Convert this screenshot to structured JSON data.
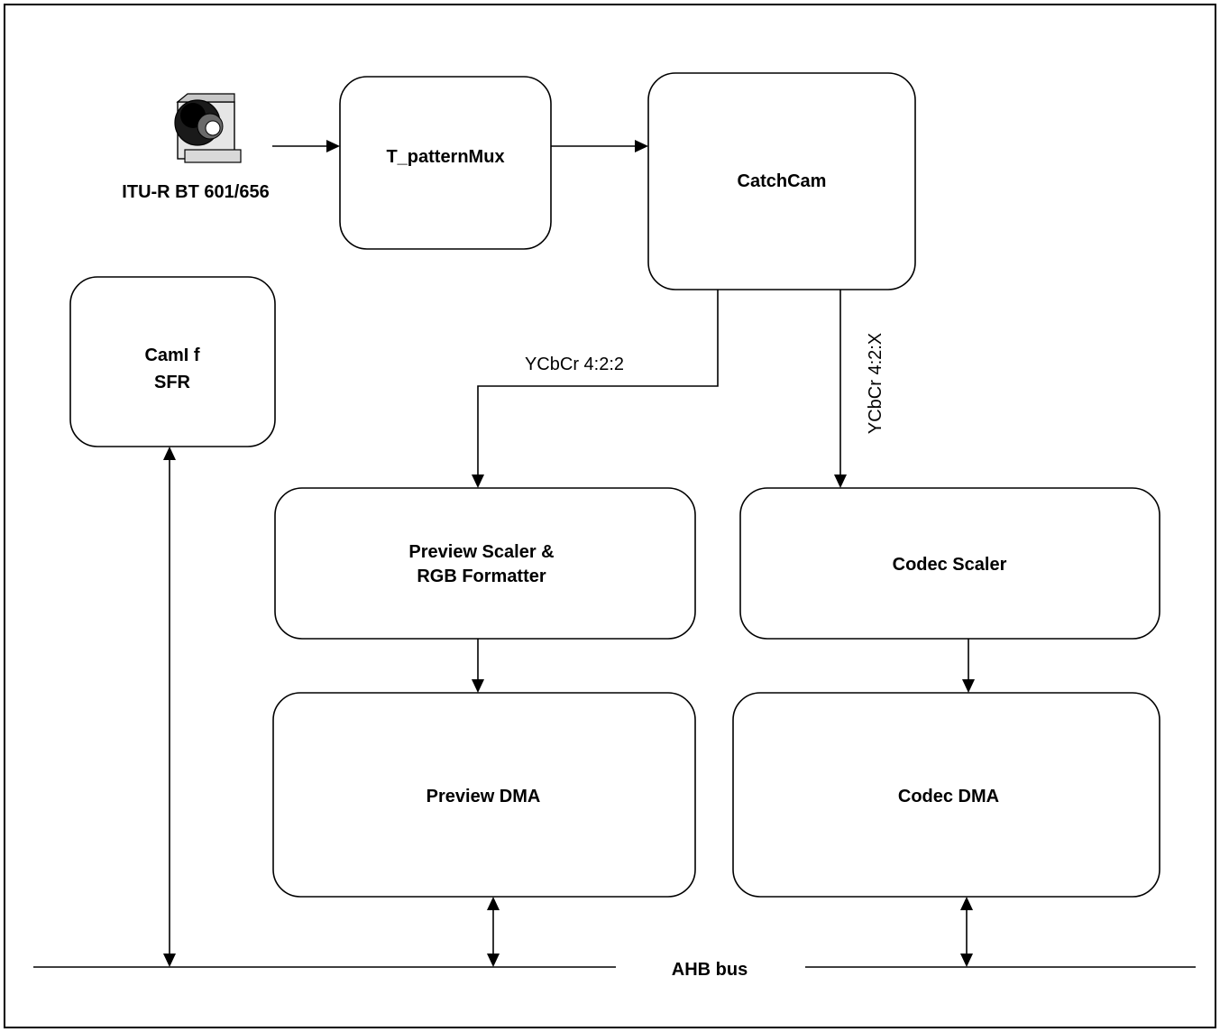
{
  "colors": {
    "line": "#000000",
    "background": "#ffffff"
  },
  "source": {
    "icon": "camera-connector-icon",
    "label": "ITU-R BT 601/656"
  },
  "blocks": {
    "t_pattern_mux": "T_patternMux",
    "catch_cam": "CatchCam",
    "cam_if_sfr": [
      "CamI f",
      "SFR"
    ],
    "preview_scaler": [
      "Preview Scaler &",
      "RGB Formatter"
    ],
    "codec_scaler": "Codec Scaler",
    "preview_dma": "Preview DMA",
    "codec_dma": "Codec DMA"
  },
  "signals": {
    "preview_path": "YCbCr 4:2:2",
    "codec_path": "YCbCr 4:2:X"
  },
  "bus": {
    "label": "AHB bus"
  }
}
